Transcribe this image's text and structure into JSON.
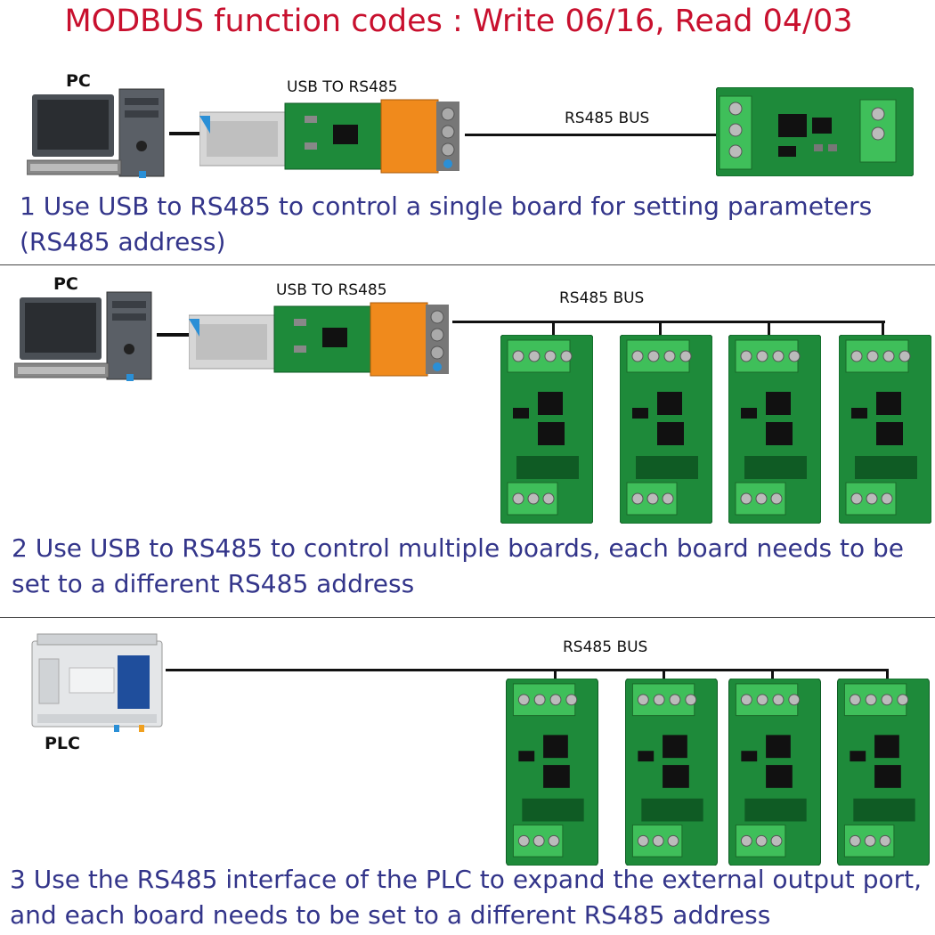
{
  "title": "MODBUS function codes : Write 06/16, Read 04/03",
  "colors": {
    "title": "#c8102e",
    "caption": "#33358a",
    "pcb": "#1e8a3a",
    "terminal_green": "#3fbf5a",
    "terminal_orange": "#f08a1c"
  },
  "section1": {
    "pc_label": "PC",
    "adapter_label": "USB TO RS485",
    "bus_label": "RS485 BUS",
    "caption_line1": "1 Use USB to RS485 to control a single board for setting parameters",
    "caption_line2": "(RS485 address)"
  },
  "section2": {
    "pc_label": "PC",
    "adapter_label": "USB TO RS485",
    "bus_label": "RS485 BUS",
    "caption_line1": "2 Use USB to RS485 to control multiple boards, each board needs to be",
    "caption_line2": "set to a different RS485 address"
  },
  "section3": {
    "plc_label": "PLC",
    "bus_label": "RS485 BUS",
    "caption_line1": "3 Use the RS485 interface of the PLC to expand the external output port,",
    "caption_line2": "and each board needs to be set to a different RS485 address"
  }
}
